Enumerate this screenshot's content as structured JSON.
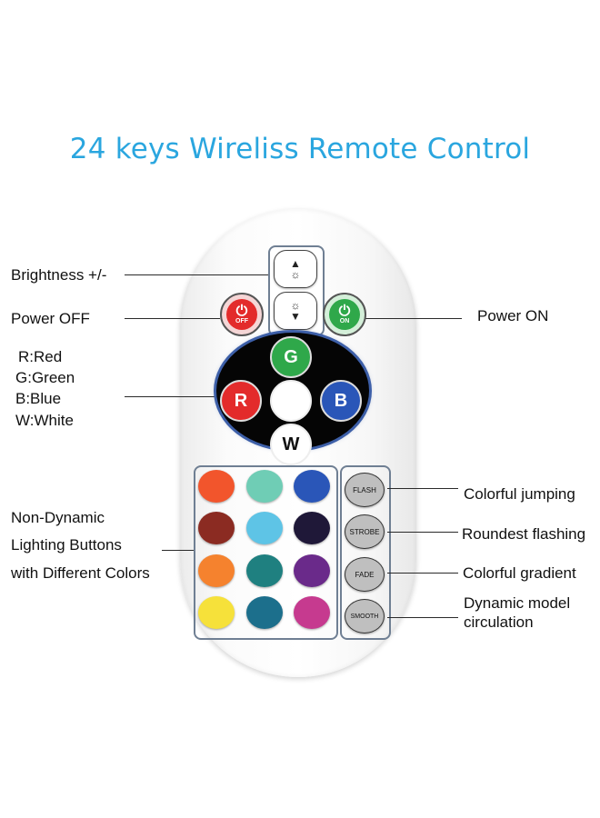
{
  "title": "24 keys Wireliss Remote Control",
  "labels": {
    "brightness": "Brightness +/-",
    "power_off": "Power OFF",
    "power_on": "Power ON",
    "rgbw": [
      "R:Red",
      "G:Green",
      "B:Blue",
      "W:White"
    ],
    "non_dynamic": [
      "Non-Dynamic",
      "Lighting Buttons",
      "with Different Colors"
    ],
    "modes": [
      "Colorful jumping",
      "Roundest flashing",
      "Colorful gradient"
    ],
    "dynamic": [
      "Dynamic model",
      "circulation"
    ]
  },
  "buttons": {
    "off_label": "OFF",
    "on_label": "ON",
    "red": "R",
    "green": "G",
    "blue": "B",
    "white": "W",
    "flash": "FLASH",
    "strobe": "STROBE",
    "fade": "FADE",
    "smooth": "SMOOTH"
  },
  "colors": {
    "title": "#2aa6df",
    "off": "#e32b2b",
    "on": "#2fa84a",
    "grid": [
      [
        "#f2552c",
        "#6fcdb5",
        "#2a56b8"
      ],
      [
        "#8b2b22",
        "#5ec4e6",
        "#1f1838"
      ],
      [
        "#f5822e",
        "#1f8080",
        "#6a2a8a"
      ],
      [
        "#f6e13a",
        "#1c6f8c",
        "#c63a8f"
      ]
    ]
  }
}
